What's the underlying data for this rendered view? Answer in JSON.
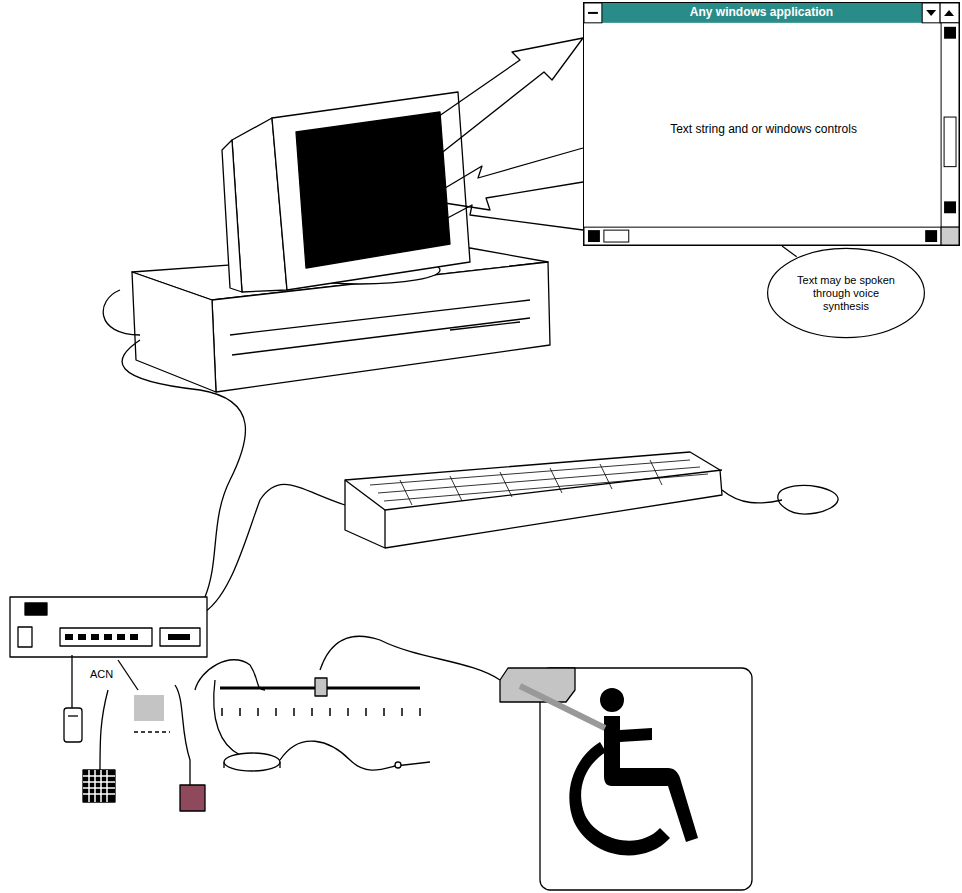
{
  "diagram": {
    "nodes": [
      {
        "text": [
          "Any windows application",
          "Text string and or windows controls"
        ]
      },
      {
        "text": [
          "Text may be spoken through voice synthesis"
        ]
      }
    ],
    "edges": [
      {
        "from": 1,
        "to": 0,
        "arrow": "none"
      }
    ],
    "labels": [
      "ACN"
    ]
  }
}
